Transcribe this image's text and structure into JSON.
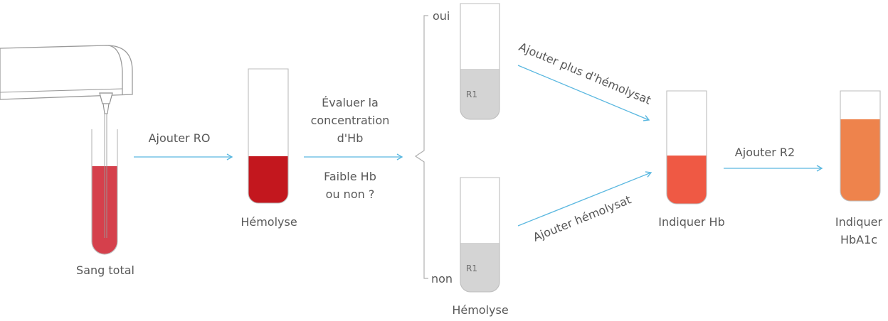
{
  "labels": {
    "whole_blood": "Sang total",
    "add_ro": "Ajouter RO",
    "hemolysis_1": "Hémolyse",
    "evaluate_line1": "Évaluer la",
    "evaluate_line2": "concentration",
    "evaluate_line3": "d'Hb",
    "question_line1": "Faible Hb",
    "question_line2": "ou non ?",
    "yes": "oui",
    "no": "non",
    "r1_top": "R1",
    "r1_bottom": "R1",
    "hemolysis_2": "Hémolyse",
    "add_more_hemolysate": "Ajouter plus d'hémolysat",
    "add_hemolysate": "Ajouter hémolysat",
    "indicate_hb": "Indiquer Hb",
    "add_r2": "Ajouter R2",
    "indicate_hba1c_line1": "Indiquer",
    "indicate_hba1c_line2": "HbA1c"
  },
  "colors": {
    "arrow": "#5bb8e0",
    "whole_blood": "#d5404c",
    "hemolysate": "#c3171e",
    "reagent_r1": "#d4d4d4",
    "hb_tube": "#ef5944",
    "hba1c_tube": "#ee834c",
    "outline": "#bdbdbd",
    "text": "#585858"
  }
}
